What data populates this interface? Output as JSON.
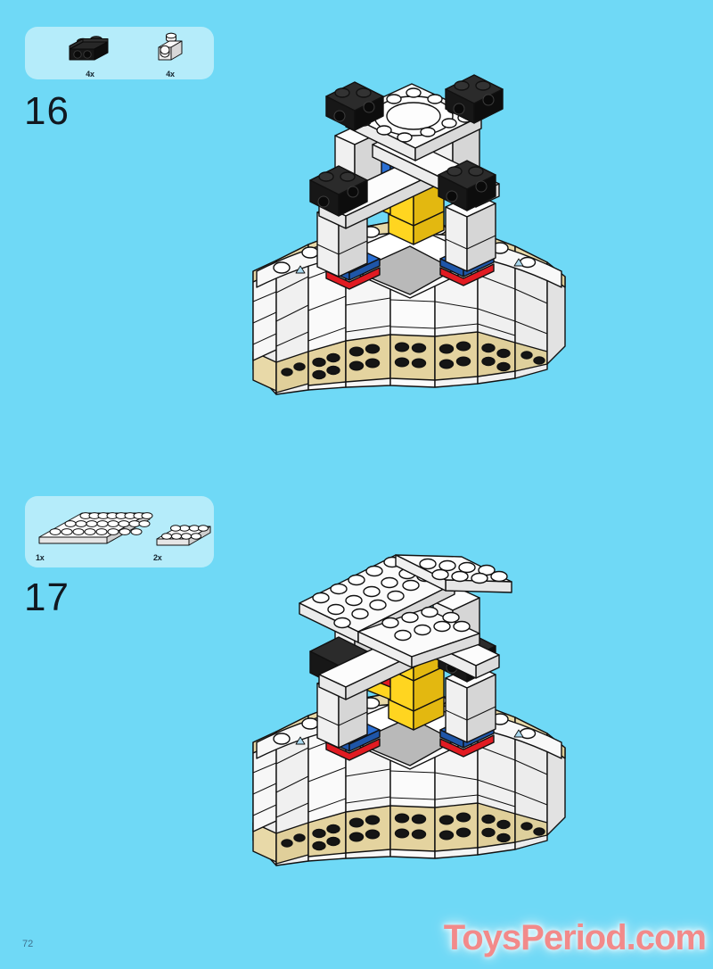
{
  "page": {
    "number": "72",
    "background_color": "#6fd9f6",
    "callout_box_color": "#b5ecfa"
  },
  "watermark": {
    "text": "ToysPeriod.com",
    "color": "#f28a8a"
  },
  "steps": [
    {
      "number": "16",
      "parts": [
        {
          "name": "black-1x2-brick",
          "qty": "4x",
          "color": "#1c1c1c",
          "studs": 2,
          "kind": "brick"
        },
        {
          "name": "white-1x1-brick-with-side-stud",
          "qty": "4x",
          "color": "#f4f4f4",
          "studs": 1,
          "kind": "headlight"
        }
      ],
      "model": {
        "name": "lego-arena-build-step-16",
        "description": "Circular white arena wall with tan plate base, four black 1x2 bricks added on top of white columns, yellow/blue/red interior bricks"
      }
    },
    {
      "number": "17",
      "parts": [
        {
          "name": "white-2x8-plate",
          "qty": "1x",
          "color": "#f2f2f2",
          "studs": 16,
          "kind": "plate",
          "rows": 2,
          "cols": 8
        },
        {
          "name": "white-2x4-plate",
          "qty": "2x",
          "color": "#f2f2f2",
          "studs": 8,
          "kind": "plate",
          "rows": 2,
          "cols": 4
        }
      ],
      "model": {
        "name": "lego-arena-build-step-17",
        "description": "Same circular arena with white 2x8 and 2x4 plates added on top forming a cross bridge over the interior"
      }
    }
  ],
  "colors": {
    "brick_white": "#f5f5f5",
    "brick_white_shade": "#dadada",
    "brick_white_dark": "#bfbfbf",
    "brick_tan": "#e8d9a8",
    "brick_tan_shade": "#cdbc86",
    "brick_black": "#1f1f1f",
    "brick_black_shade": "#121212",
    "brick_yellow": "#ffd520",
    "brick_yellow_shade": "#e3b810",
    "brick_blue": "#2a6fd4",
    "brick_blue_shade": "#1f56a8",
    "brick_red": "#e11b22",
    "brick_lightblue": "#a9d8ee",
    "brick_gray": "#9a9a9a",
    "outline": "#111111"
  }
}
